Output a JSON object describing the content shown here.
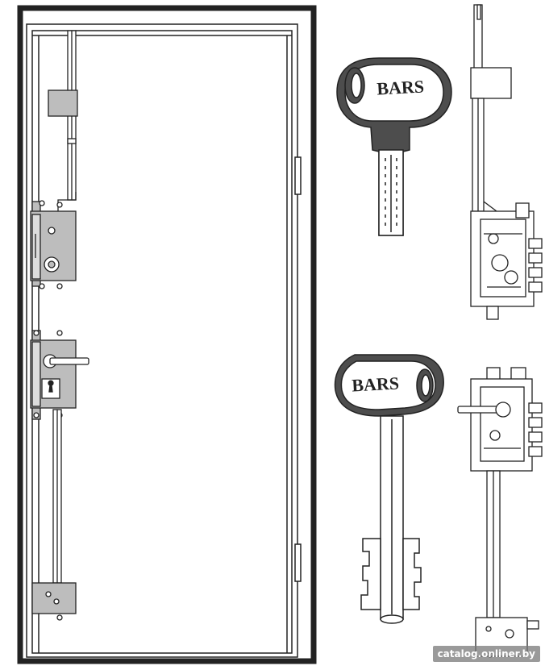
{
  "keys": {
    "key1_brand": "BARS",
    "key2_brand": "BARS"
  },
  "watermark": "catalog.onliner.by",
  "colors": {
    "line": "#222222",
    "metal": "#bdbdbd",
    "metal_light": "#dcdcdc",
    "key_head": "#4d4d4d"
  }
}
